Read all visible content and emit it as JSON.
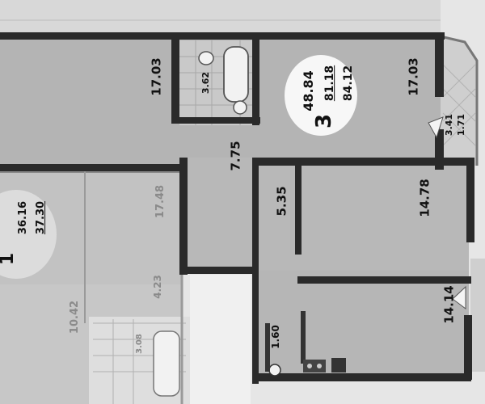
{
  "rooms": [
    {
      "key": "top_left",
      "area": "17.03"
    },
    {
      "key": "bath",
      "area": "3.62"
    },
    {
      "key": "top_right",
      "area": "17.03"
    },
    {
      "key": "balcony",
      "area_a": "3.41",
      "area_b": "1.71"
    },
    {
      "key": "hall",
      "area": "7.75"
    },
    {
      "key": "corridor",
      "area": "5.35"
    },
    {
      "key": "mid_right",
      "area": "14.78"
    },
    {
      "key": "bottom_right",
      "area": "14.14"
    },
    {
      "key": "wc",
      "area": "1.60"
    }
  ],
  "apt3": {
    "rooms": "3",
    "living": "48.84",
    "useful": "81.18",
    "total": "84.12"
  },
  "apt1": {
    "rooms": "1",
    "living": "36.16",
    "total": "37.30",
    "room_area": "17.48",
    "kitchen_area": "10.42",
    "hall_area": "4.23",
    "bath_area": "3.08"
  }
}
